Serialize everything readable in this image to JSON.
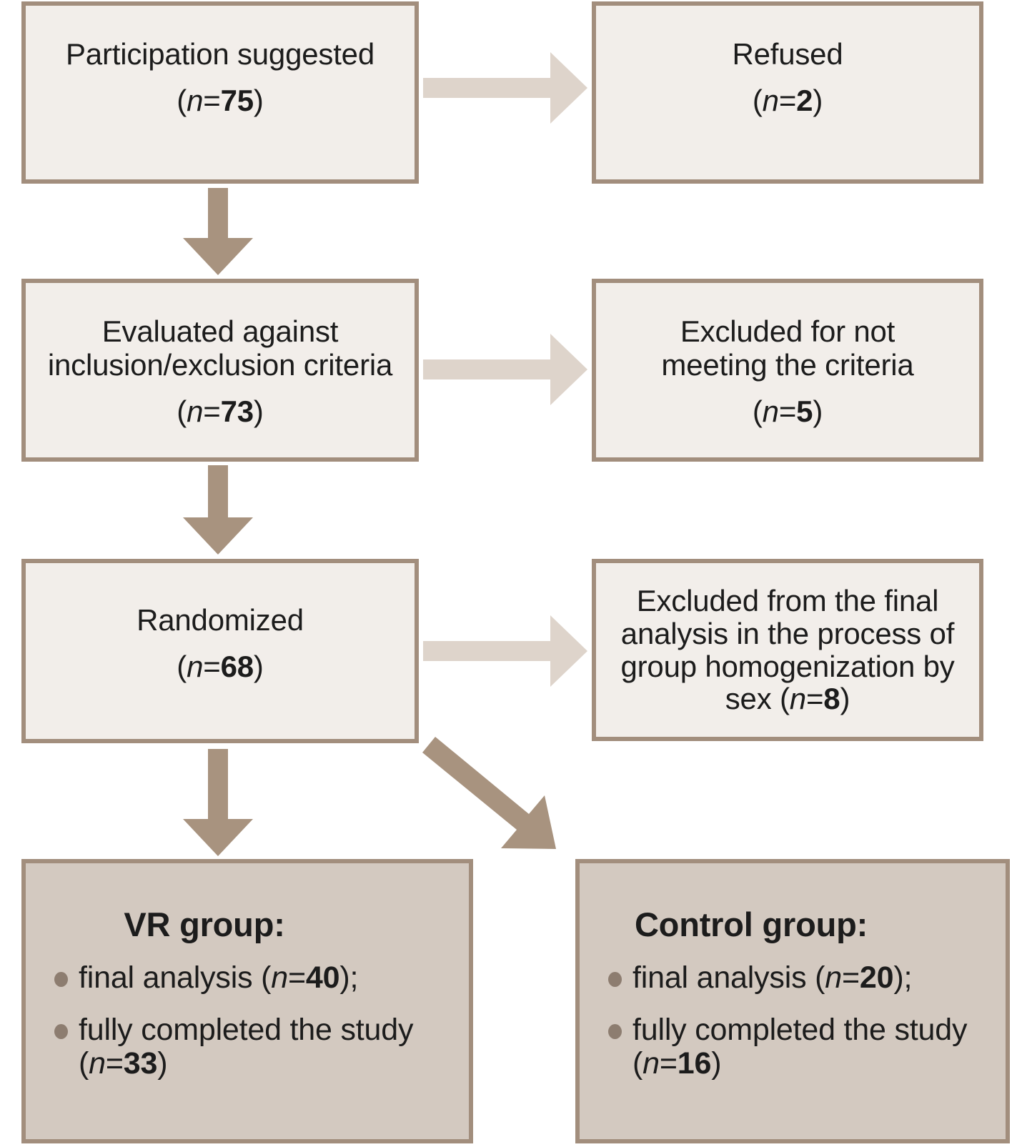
{
  "notation": {
    "open": "(",
    "n": "n",
    "eq": "=",
    "close": ")"
  },
  "flow": {
    "participation": {
      "label": "Participation suggested",
      "n": "75"
    },
    "refused": {
      "label": "Refused",
      "n": "2"
    },
    "evaluated": {
      "lines": [
        "Evaluated against",
        "inclusion/exclusion criteria"
      ],
      "n": "73"
    },
    "excluded_criteria": {
      "lines": [
        "Excluded for not",
        "meeting the criteria"
      ],
      "n": "5"
    },
    "randomized": {
      "label": "Randomized",
      "n": "68"
    },
    "excluded_homogenization": {
      "lines": [
        "Excluded from the final",
        "analysis in the process of",
        "group homogenization by"
      ],
      "last_line_prefix": "sex ",
      "n": "8"
    },
    "vr_group": {
      "title": "VR group:",
      "bullets": [
        {
          "text": "final analysis ",
          "n": "40",
          "suffix": ";"
        },
        {
          "text": "fully completed the study ",
          "n": "33",
          "suffix": ""
        }
      ]
    },
    "control_group": {
      "title": "Control group:",
      "bullets": [
        {
          "text": "final analysis ",
          "n": "20",
          "suffix": ";"
        },
        {
          "text": "fully completed the study ",
          "n": "16",
          "suffix": ""
        }
      ]
    }
  },
  "colors": {
    "box_border": "#a28e7d",
    "light_box_fill": "#f2eeea",
    "group_box_fill": "#d3c9c0",
    "dark_arrow": "#a8937f",
    "light_arrow": "#ded4cb",
    "bullet": "#8d7d70",
    "text": "#1c1c1c"
  }
}
